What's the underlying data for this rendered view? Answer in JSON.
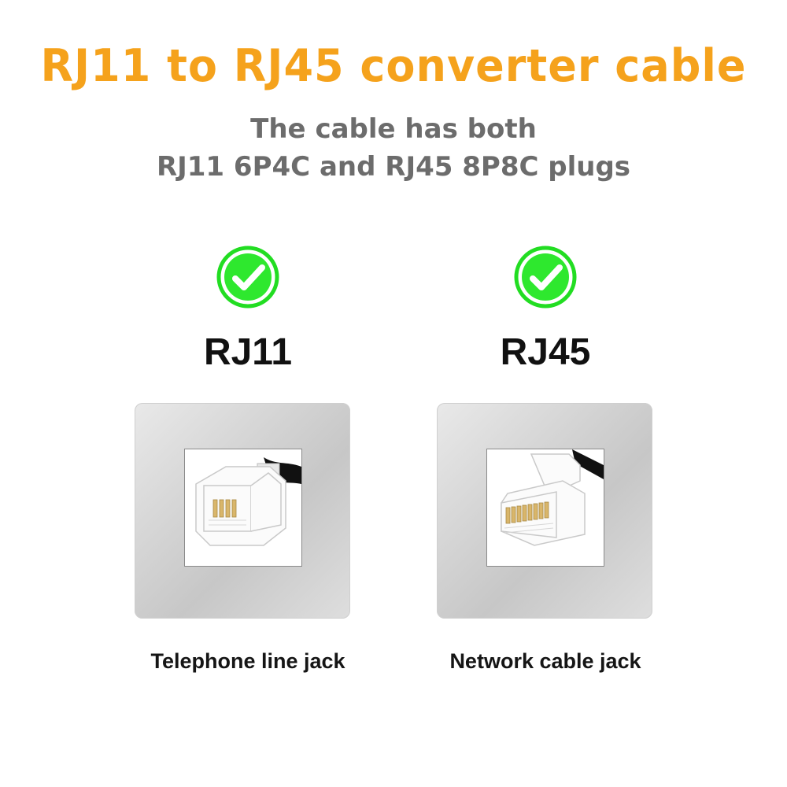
{
  "header": {
    "title": "RJ11 to RJ45 converter cable",
    "subtitle_line1": "The cable has both",
    "subtitle_line2": "RJ11 6P4C and RJ45 8P8C plugs"
  },
  "colors": {
    "title": "#f5a21c",
    "subtitle": "#6c6c6c",
    "check": "#22dd22",
    "plate": "#d4d4d4"
  },
  "connectors": [
    {
      "label": "RJ11",
      "caption": "Telephone line jack",
      "icon": "check-icon"
    },
    {
      "label": "RJ45",
      "caption": "Network cable jack",
      "icon": "check-icon"
    }
  ]
}
